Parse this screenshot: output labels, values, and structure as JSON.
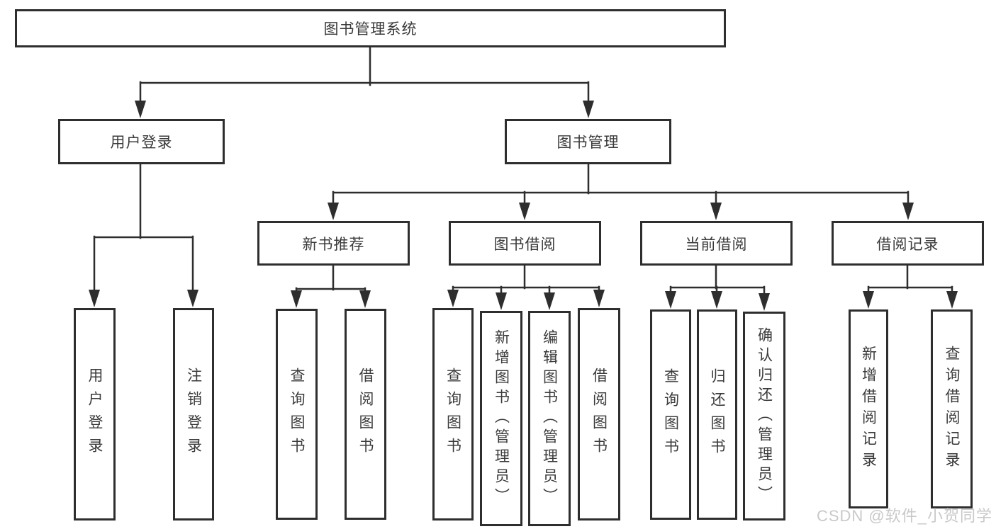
{
  "diagram": {
    "type": "hierarchy-functional-structure",
    "title": "图书管理系统",
    "watermark": "CSDN @软件_小贺同学",
    "colors": {
      "background": "#ffffff",
      "line": "#2e2e2e",
      "box_border": "#2e2e2e",
      "text": "#3a3a3a",
      "watermark": "#c9c9c9"
    },
    "tree": {
      "label": "图书管理系统",
      "children": [
        {
          "label": "用户登录",
          "children": [
            {
              "label": "用户登录"
            },
            {
              "label": "注销登录"
            }
          ]
        },
        {
          "label": "图书管理",
          "children": [
            {
              "label": "新书推荐",
              "children": [
                {
                  "label": "查询图书"
                },
                {
                  "label": "借阅图书"
                }
              ]
            },
            {
              "label": "图书借阅",
              "children": [
                {
                  "label": "查询图书"
                },
                {
                  "label": "新增图书（管理员）"
                },
                {
                  "label": "编辑图书（管理员）"
                },
                {
                  "label": "借阅图书"
                }
              ]
            },
            {
              "label": "当前借阅",
              "children": [
                {
                  "label": "查询图书"
                },
                {
                  "label": "归还图书"
                },
                {
                  "label": "确认归还（管理员）"
                }
              ]
            },
            {
              "label": "借阅记录",
              "children": [
                {
                  "label": "新增借阅记录"
                },
                {
                  "label": "查询借阅记录"
                }
              ]
            }
          ]
        }
      ]
    }
  }
}
